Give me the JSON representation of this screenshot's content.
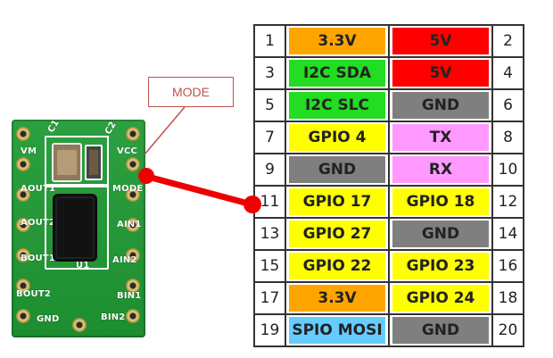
{
  "board": {
    "left_labels": [
      "VM",
      "AOUT1",
      "AOUT2",
      "BOUT1",
      "BOUT2",
      "GND"
    ],
    "right_labels": [
      "VCC",
      "MODE",
      "AIN1",
      "AIN2",
      "BIN1",
      "BIN2"
    ],
    "chip_label": "U1",
    "cap_labels": [
      "C1",
      "C2"
    ]
  },
  "callout": {
    "label": "MODE"
  },
  "colors": {
    "orange": "#ffa500",
    "red": "#ff0000",
    "green": "#22dd22",
    "gray": "#7f7f7f",
    "yellow": "#ffff00",
    "pink": "#ff99ff",
    "cyan": "#66ccff",
    "connector": "#ee0000"
  },
  "header": {
    "rows": [
      {
        "left_num": "1",
        "left_name": "3.3V",
        "left_color": "#ffa500",
        "right_name": "5V",
        "right_color": "#ff0000",
        "right_num": "2"
      },
      {
        "left_num": "3",
        "left_name": "I2C SDA",
        "left_color": "#22dd22",
        "right_name": "5V",
        "right_color": "#ff0000",
        "right_num": "4"
      },
      {
        "left_num": "5",
        "left_name": "I2C SLC",
        "left_color": "#22dd22",
        "right_name": "GND",
        "right_color": "#7f7f7f",
        "right_num": "6"
      },
      {
        "left_num": "7",
        "left_name": "GPIO 4",
        "left_color": "#ffff00",
        "right_name": "TX",
        "right_color": "#ff99ff",
        "right_num": "8"
      },
      {
        "left_num": "9",
        "left_name": "GND",
        "left_color": "#7f7f7f",
        "right_name": "RX",
        "right_color": "#ff99ff",
        "right_num": "10"
      },
      {
        "left_num": "11",
        "left_name": "GPIO 17",
        "left_color": "#ffff00",
        "right_name": "GPIO 18",
        "right_color": "#ffff00",
        "right_num": "12"
      },
      {
        "left_num": "13",
        "left_name": "GPIO 27",
        "left_color": "#ffff00",
        "right_name": "GND",
        "right_color": "#7f7f7f",
        "right_num": "14"
      },
      {
        "left_num": "15",
        "left_name": "GPIO 22",
        "left_color": "#ffff00",
        "right_name": "GPIO 23",
        "right_color": "#ffff00",
        "right_num": "16"
      },
      {
        "left_num": "17",
        "left_name": "3.3V",
        "left_color": "#ffa500",
        "right_name": "GPIO 24",
        "right_color": "#ffff00",
        "right_num": "18"
      },
      {
        "left_num": "19",
        "left_name": "SPIO MOSI",
        "left_color": "#66ccff",
        "right_name": "GND",
        "right_color": "#7f7f7f",
        "right_num": "20"
      }
    ]
  }
}
